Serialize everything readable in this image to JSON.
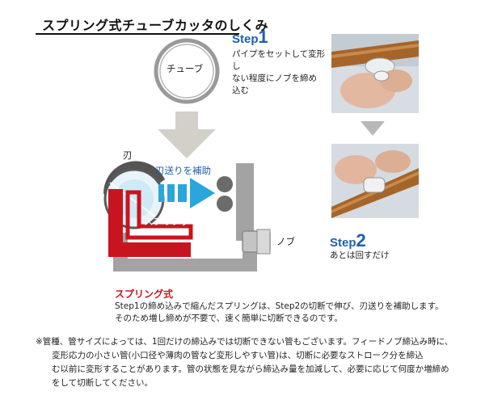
{
  "title": "スプリング式チューブカッタのしくみ",
  "diagram": {
    "tube_label": "チューブ",
    "blade_label": "刃",
    "feed_assist_label": "刃送りを補助",
    "spring_label": "スプリング",
    "knob_label": "ノブ"
  },
  "step1": {
    "word": "Step",
    "number": "1",
    "lines": [
      "パイプをセットして変形し",
      "ない程度にノブを締め",
      "込む"
    ]
  },
  "step2": {
    "word": "Step",
    "number": "2",
    "text": "あとは回すだけ"
  },
  "spring_type": {
    "heading": "スプリング式",
    "lines": [
      "Step1の締め込みで縮んだスプリングは、Step2の切断で伸び、刃送りを補助します。",
      "そのため増し締めが不要で、速く簡単に切断できるのです。"
    ]
  },
  "note": {
    "lines": [
      "※管種、管サイズによっては、1回だけの締込みでは切断できない管もございます。フィードノブ締込み時に、",
      "変形応力の小さい管(小口径や薄肉の管など変形しやすい管)は、切断に必要なストローク分を締込",
      "む以前に変形することがあります。管の状態を見ながら締込み量を加減して、必要に応じて何度か増締め",
      "をして切断してください。"
    ]
  },
  "colors": {
    "step_blue": "#1f5fb0",
    "spring_red": "#c8141e",
    "feed_blue": "#2aa6dc",
    "frame_gray": "#a3a3a3",
    "arrow_gray": "#d2d0c8"
  },
  "icons": [
    "down-arrow-icon",
    "right-arrow-icon"
  ]
}
